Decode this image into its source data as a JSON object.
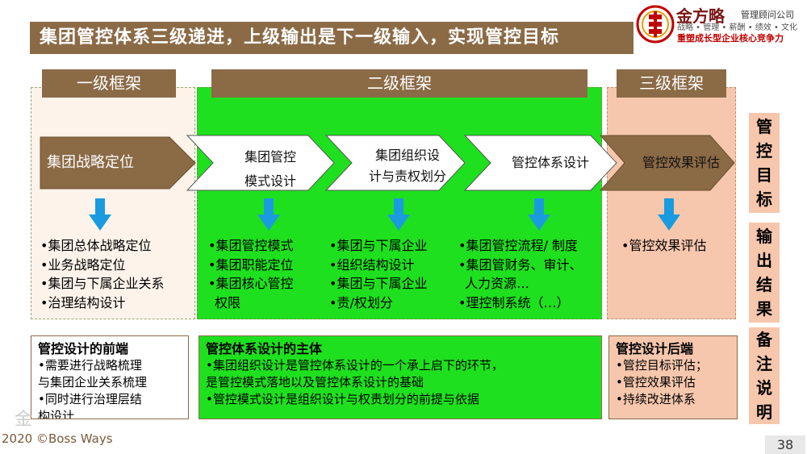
{
  "title": "集团管控体系三级递进，上级输出是下一级输入，实现管控目标",
  "brand": {
    "name": "金方略",
    "subtitle": "管理顾问公司",
    "tags": "战略 • 管理 • 薪酬 • 绩效 • 文化",
    "slogan": "重塑成长型企业核心竞争力"
  },
  "frames": {
    "level1": "一级框架",
    "level2": "二级框架",
    "level3": "三级框架"
  },
  "steps": [
    {
      "label": "集团战略定位"
    },
    {
      "line1": "集团管控",
      "line2": "模式设计"
    },
    {
      "line1": "集团组织设",
      "line2": "计与责权划分"
    },
    {
      "label": "管控体系设计"
    },
    {
      "label": "管控效果评估"
    }
  ],
  "outputs": {
    "col1": [
      "•集团总体战略定位",
      "•业务战略定位",
      "•集团与下属企业关系",
      "•治理结构设计"
    ],
    "col2": [
      "•集团管控模式",
      "•集团职能定位",
      "•集团核心管控",
      " 权限"
    ],
    "col3": [
      "•集团与下属企业",
      "•组织结构设计",
      "•集团与下属企业",
      "•责/权划分"
    ],
    "col4": [
      "•集团管控流程/ 制度",
      "•集团管财务、审计、",
      " 人力资源…",
      "•理控制系统（…）"
    ],
    "col5": [
      "•管控效果评估"
    ]
  },
  "side_labels": {
    "goal": [
      "管",
      "控",
      "目",
      "标"
    ],
    "output": [
      "输",
      "出",
      "结",
      "果"
    ],
    "note": [
      "备",
      "注",
      "说",
      "明"
    ]
  },
  "notes": {
    "left": {
      "title": "管控设计的前端",
      "lines": [
        "•需要进行战略梳理",
        "与集团企业关系梳理",
        "•同时进行治理层结",
        "构设计"
      ]
    },
    "mid": {
      "title": "管控体系设计的主体",
      "lines": [
        "•集团组织设计是管控体系设计的一个承上启下的环节，",
        "是管控模式落地以及管控体系设计的基础",
        "•管控模式设计是组织设计与权责划分的前提与依据"
      ]
    },
    "right": {
      "title": "管控设计后端",
      "lines": [
        "•管控目标评估；",
        "•管控效果评估",
        "•持续改进体系"
      ]
    }
  },
  "footer": "2020 ©Boss Ways",
  "page_number": "38",
  "watermark": "金",
  "colors": {
    "brown": "#8b6a46",
    "green": "#1ee01e",
    "peach": "#f6c7ad",
    "arrow_blue": "#1a9be0",
    "brand_red": "#c00000"
  }
}
